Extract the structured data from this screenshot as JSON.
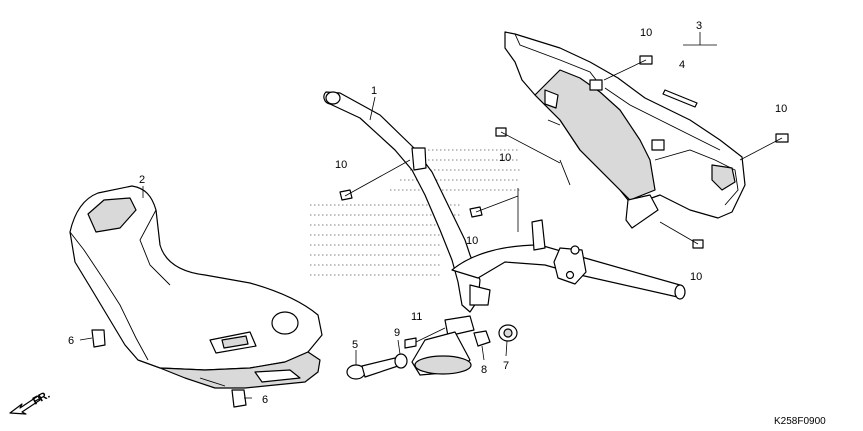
{
  "diagram": {
    "drawing_code": "K258F0900",
    "direction_label": "FR.",
    "callouts": {
      "c1": "1",
      "c2": "2",
      "c3": "3",
      "c4": "4",
      "c5": "5",
      "c6a": "6",
      "c6b": "6",
      "c7": "7",
      "c8": "8",
      "c9": "9",
      "c10a": "10",
      "c10b": "10",
      "c10c": "10",
      "c10d": "10",
      "c10e": "10",
      "c10f": "10",
      "c11": "11"
    }
  }
}
